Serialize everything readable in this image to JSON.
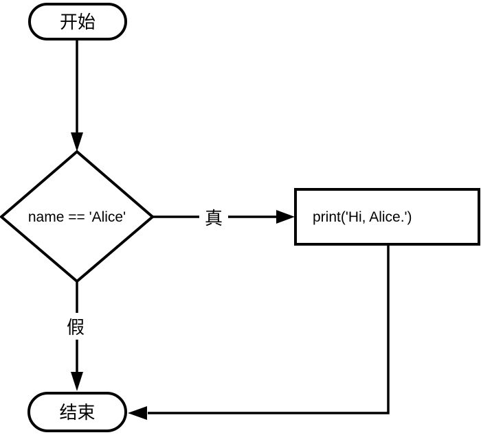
{
  "flowchart": {
    "stroke_color": "#000000",
    "fill_color": "#ffffff",
    "nodes": {
      "start": {
        "shape": "terminal",
        "label": "开始"
      },
      "decision": {
        "shape": "diamond",
        "label": "name == 'Alice'"
      },
      "process": {
        "shape": "rectangle",
        "label": "print('Hi, Alice.')"
      },
      "end": {
        "shape": "terminal",
        "label": "结束"
      }
    },
    "edges": {
      "start_to_decision": {
        "from": "start",
        "to": "decision",
        "label": ""
      },
      "decision_true": {
        "from": "decision",
        "to": "process",
        "label": "真"
      },
      "decision_false": {
        "from": "decision",
        "to": "end",
        "label": "假"
      },
      "process_to_end": {
        "from": "process",
        "to": "end",
        "label": ""
      }
    }
  }
}
